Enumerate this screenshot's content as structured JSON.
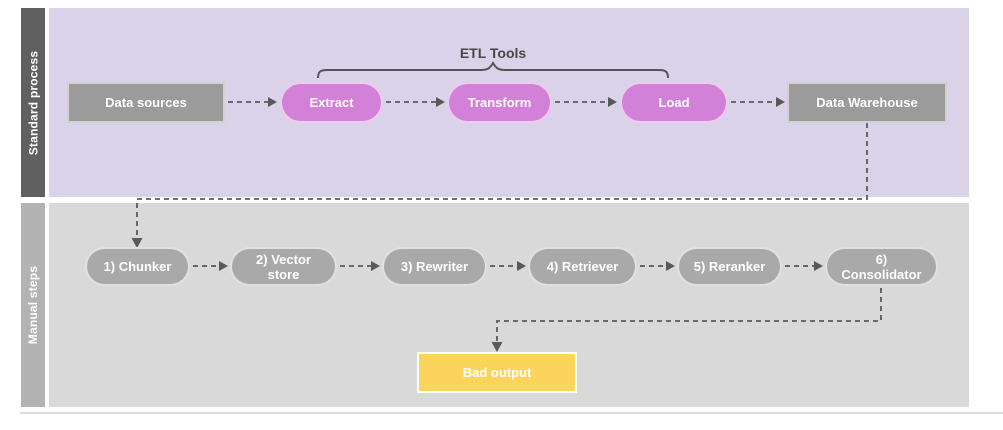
{
  "diagram": {
    "lanes": {
      "top": {
        "label": "Standard process"
      },
      "bottom": {
        "label": "Manual steps"
      }
    },
    "annotation": {
      "etl_tools": "ETL Tools"
    },
    "standard_process": {
      "data_sources": "Data sources",
      "extract": "Extract",
      "transform": "Transform",
      "load": "Load",
      "data_warehouse": "Data Warehouse"
    },
    "manual_steps": {
      "chunker": "1) Chunker",
      "vector_store": "2) Vector\nstore",
      "rewriter": "3) Rewriter",
      "retriever": "4) Retriever",
      "reranker": "5) Reranker",
      "consolidator": "6)\nConsolidator"
    },
    "output": {
      "bad_output": "Bad output"
    },
    "colors": {
      "lane_top_bg": "#d9d2e9",
      "lane_top_label_bg": "#606060",
      "lane_bottom_bg": "#d9d9d9",
      "lane_bottom_label_bg": "#b3b3b3",
      "etl_step_fill": "#d381d8",
      "gray_node_fill": "#9b9b9b",
      "manual_step_fill": "#a9a9a9",
      "bad_output_fill": "#fbd45c",
      "connector": "#595959",
      "text_on_nodes": "#ffffff"
    }
  }
}
